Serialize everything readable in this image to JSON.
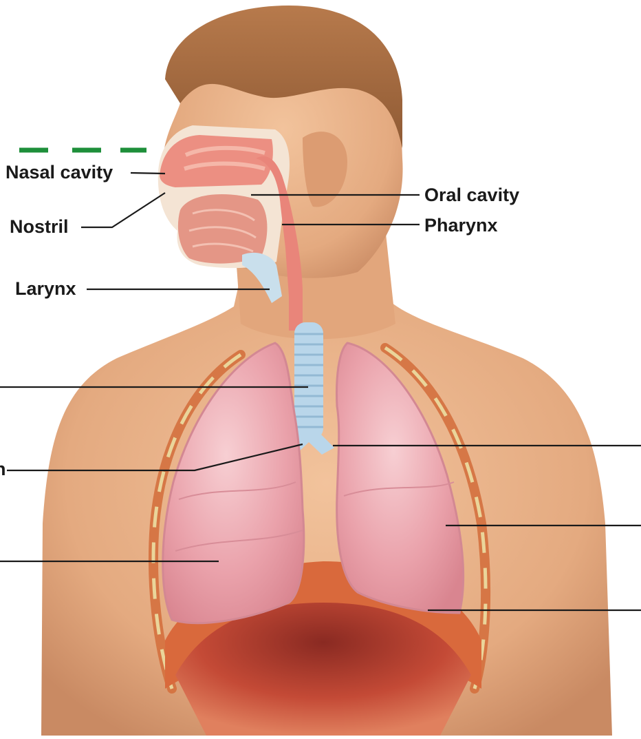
{
  "diagram": {
    "labels": {
      "nasal_cavity": "Nasal cavity",
      "nostril": "Nostril",
      "larynx": "Larynx",
      "oral_cavity": "Oral cavity",
      "pharynx": "Pharynx",
      "cut_left_bronchus": "h"
    },
    "blank_marker": "— — —",
    "colors": {
      "skin": "#e8b48c",
      "skin_shadow": "#c98a63",
      "hair": "#a87046",
      "lung": "#eaa2ab",
      "lung_light": "#f4c2c8",
      "trachea": "#b9d6ea",
      "airway": "#e9857a",
      "diaphragm": "#d9693c",
      "rib": "#e8d28a",
      "leader_line": "#1a1a1a",
      "blank_marker": "#1e8f3a"
    }
  }
}
